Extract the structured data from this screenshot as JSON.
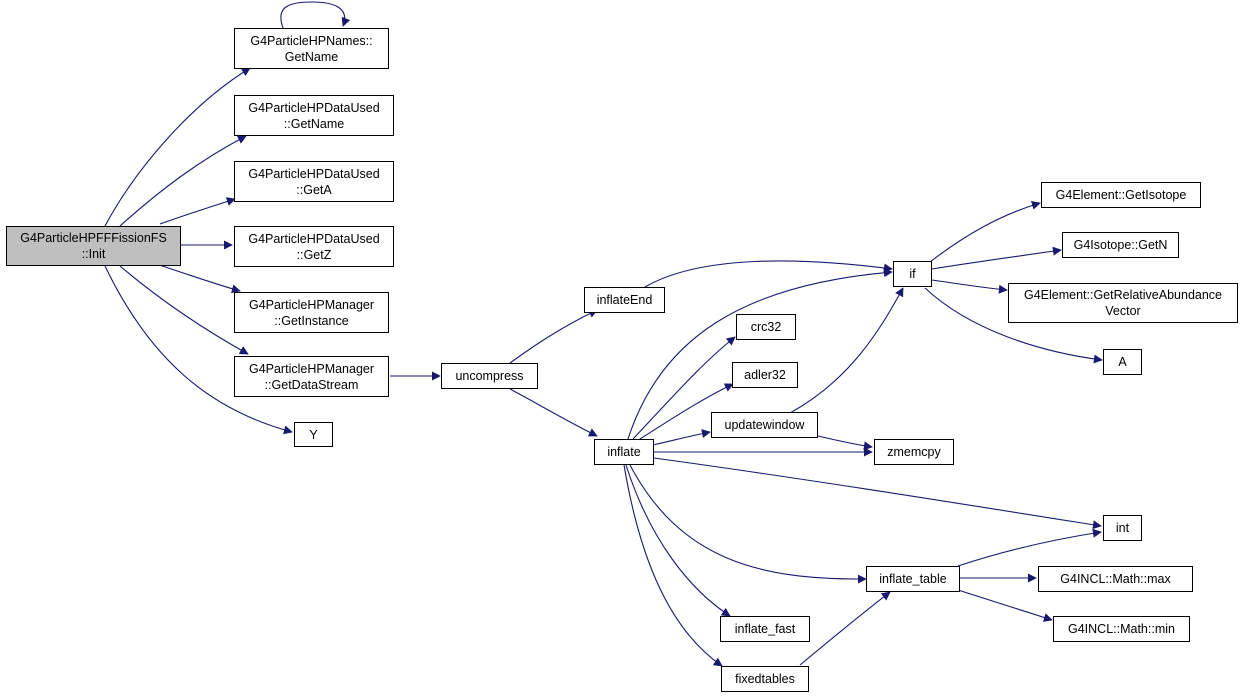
{
  "colors": {
    "edge": "#191970",
    "border": "#000000",
    "root_fill": "#bfbfbf",
    "node_fill": "#ffffff"
  },
  "nodes": {
    "root": {
      "line1": "G4ParticleHPFFFissionFS",
      "line2": "::Init"
    },
    "names_getname": {
      "line1": "G4ParticleHPNames::",
      "line2": "GetName"
    },
    "dataused_getname": {
      "line1": "G4ParticleHPDataUsed",
      "line2": "::GetName"
    },
    "dataused_geta": {
      "line1": "G4ParticleHPDataUsed",
      "line2": "::GetA"
    },
    "dataused_getz": {
      "line1": "G4ParticleHPDataUsed",
      "line2": "::GetZ"
    },
    "manager_getinstance": {
      "line1": "G4ParticleHPManager",
      "line2": "::GetInstance"
    },
    "manager_getdatastream": {
      "line1": "G4ParticleHPManager",
      "line2": "::GetDataStream"
    },
    "y": {
      "line1": "Y"
    },
    "uncompress": {
      "line1": "uncompress"
    },
    "inflateend": {
      "line1": "inflateEnd"
    },
    "inflate": {
      "line1": "inflate"
    },
    "crc32": {
      "line1": "crc32"
    },
    "adler32": {
      "line1": "adler32"
    },
    "updatewindow": {
      "line1": "updatewindow"
    },
    "zmemcpy": {
      "line1": "zmemcpy"
    },
    "if": {
      "line1": "if"
    },
    "element_getisotope": {
      "line1": "G4Element::GetIsotope"
    },
    "isotope_getn": {
      "line1": "G4Isotope::GetN"
    },
    "element_getrelabund": {
      "line1": "G4Element::GetRelativeAbundance",
      "line2": "Vector"
    },
    "a": {
      "line1": "A"
    },
    "int": {
      "line1": "int"
    },
    "inflate_table": {
      "line1": "inflate_table"
    },
    "math_max": {
      "line1": "G4INCL::Math::max"
    },
    "math_min": {
      "line1": "G4INCL::Math::min"
    },
    "inflate_fast": {
      "line1": "inflate_fast"
    },
    "fixedtables": {
      "line1": "fixedtables"
    }
  }
}
